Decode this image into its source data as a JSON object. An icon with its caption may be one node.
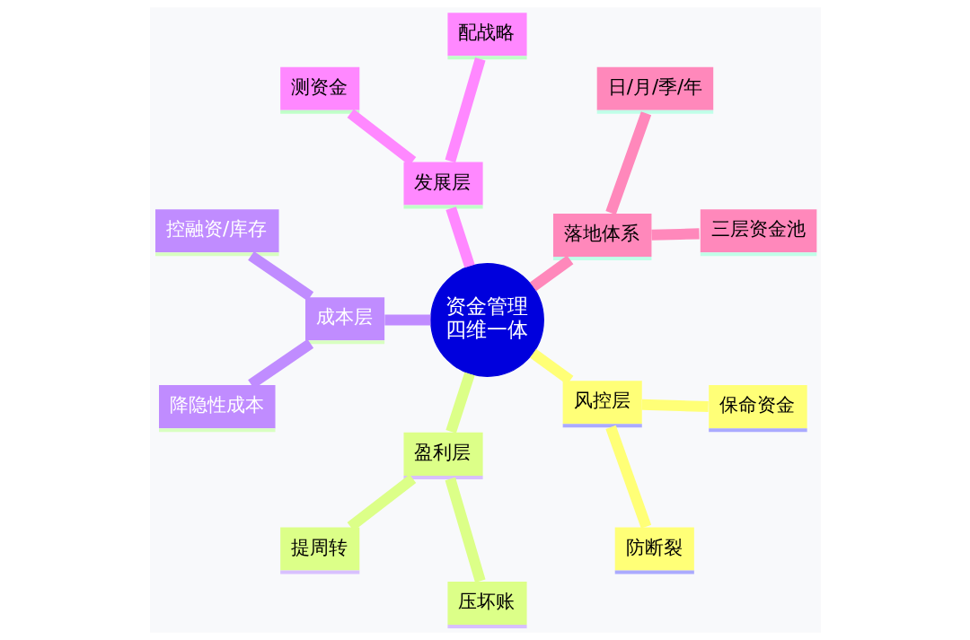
{
  "diagram": {
    "nodes": [
      {
        "text": [
          "资金管理四维一体"
        ]
      },
      {
        "text": [
          "风控层"
        ]
      },
      {
        "text": [
          "保命资金"
        ]
      },
      {
        "text": [
          "防断裂"
        ]
      },
      {
        "text": [
          "盈利层"
        ]
      },
      {
        "text": [
          "压坏账"
        ]
      },
      {
        "text": [
          "提周转"
        ]
      },
      {
        "text": [
          "成本层"
        ]
      },
      {
        "text": [
          "降隐性成本"
        ]
      },
      {
        "text": [
          "控融资/库存"
        ]
      },
      {
        "text": [
          "发展层"
        ]
      },
      {
        "text": [
          "测资金"
        ]
      },
      {
        "text": [
          "配战略"
        ]
      },
      {
        "text": [
          "落地体系"
        ]
      },
      {
        "text": [
          "日/月/季/年"
        ]
      },
      {
        "text": [
          "三层资金池"
        ]
      }
    ],
    "edges": [
      {
        "from": 0,
        "to": 1,
        "arrow": "none",
        "color": "#ffff77"
      },
      {
        "from": 1,
        "to": 2,
        "arrow": "none",
        "color": "#ffff77"
      },
      {
        "from": 1,
        "to": 3,
        "arrow": "none",
        "color": "#ffff77"
      },
      {
        "from": 0,
        "to": 4,
        "arrow": "none",
        "color": "#dcff88"
      },
      {
        "from": 4,
        "to": 5,
        "arrow": "none",
        "color": "#dcff88"
      },
      {
        "from": 4,
        "to": 6,
        "arrow": "none",
        "color": "#dcff88"
      },
      {
        "from": 0,
        "to": 7,
        "arrow": "none",
        "color": "#c08cff"
      },
      {
        "from": 7,
        "to": 8,
        "arrow": "none",
        "color": "#c08cff"
      },
      {
        "from": 7,
        "to": 9,
        "arrow": "none",
        "color": "#c08cff"
      },
      {
        "from": 0,
        "to": 10,
        "arrow": "none",
        "color": "#ff88ff"
      },
      {
        "from": 10,
        "to": 11,
        "arrow": "none",
        "color": "#ff88ff"
      },
      {
        "from": 10,
        "to": 12,
        "arrow": "none",
        "color": "#ff88ff"
      },
      {
        "from": 0,
        "to": 13,
        "arrow": "none",
        "color": "#ff88bb"
      },
      {
        "from": 13,
        "to": 14,
        "arrow": "none",
        "color": "#ff88bb"
      },
      {
        "from": 13,
        "to": 15,
        "arrow": "none",
        "color": "#ff88bb"
      }
    ]
  }
}
